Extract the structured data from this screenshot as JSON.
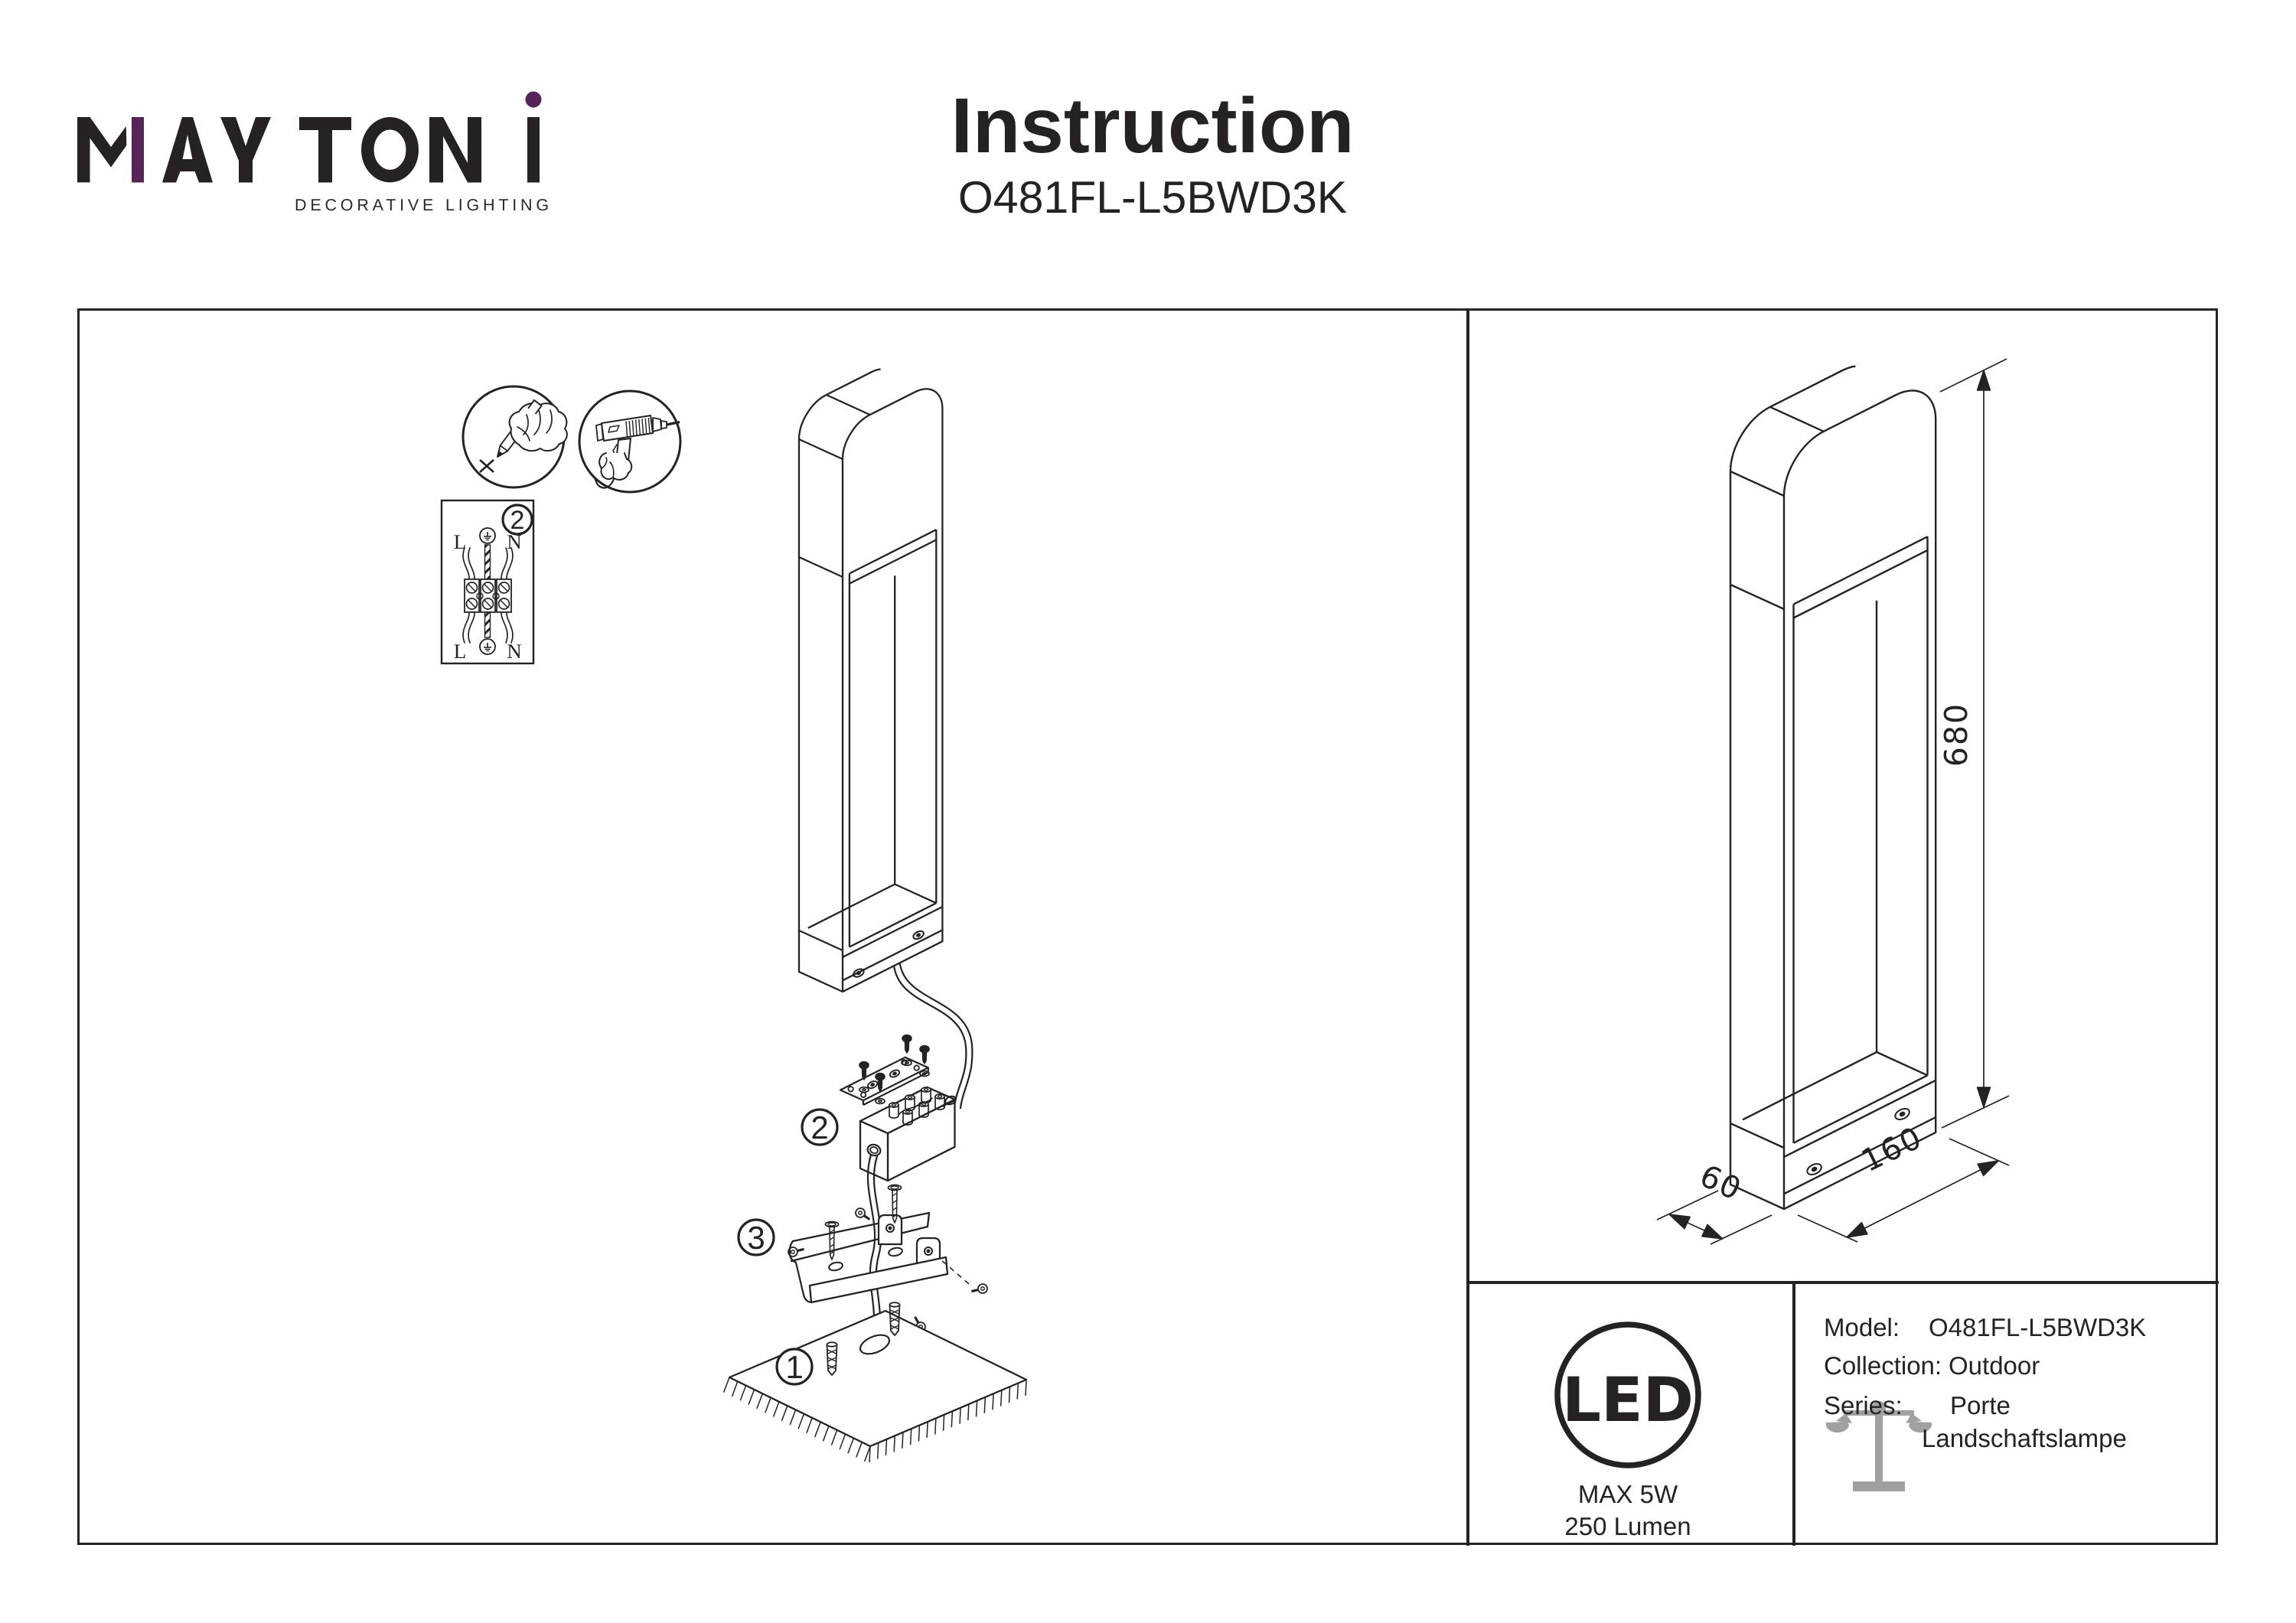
{
  "page": {
    "background": "#ffffff",
    "ink": "#262223",
    "accent": "#572457"
  },
  "brand": {
    "wordmark": "MAYTONI",
    "tagline": "DECORATIVE LIGHTING"
  },
  "header": {
    "title": "Instruction",
    "model_code": "O481FL-L5BWD3K"
  },
  "wiring": {
    "step": "2",
    "labels": {
      "top_left": "L",
      "top_right": "N",
      "bottom_left": "L",
      "bottom_right": "N"
    }
  },
  "assembly_steps": [
    {
      "number": "1"
    },
    {
      "number": "2"
    },
    {
      "number": "3"
    }
  ],
  "dimensions": {
    "height": "680",
    "width": "160",
    "depth": "60"
  },
  "badge": {
    "logo_text": "LED",
    "max_power": "MAX 5W",
    "luminous_flux": "250 Lumen"
  },
  "product_info": {
    "model_label": "Model:",
    "model_value": "O481FL-L5BWD3K",
    "collection_label": "Collection:",
    "collection_value": "Outdoor",
    "series_label": "Series:",
    "series_value": "Porte",
    "series_value_2": "Landschaftslampe"
  }
}
